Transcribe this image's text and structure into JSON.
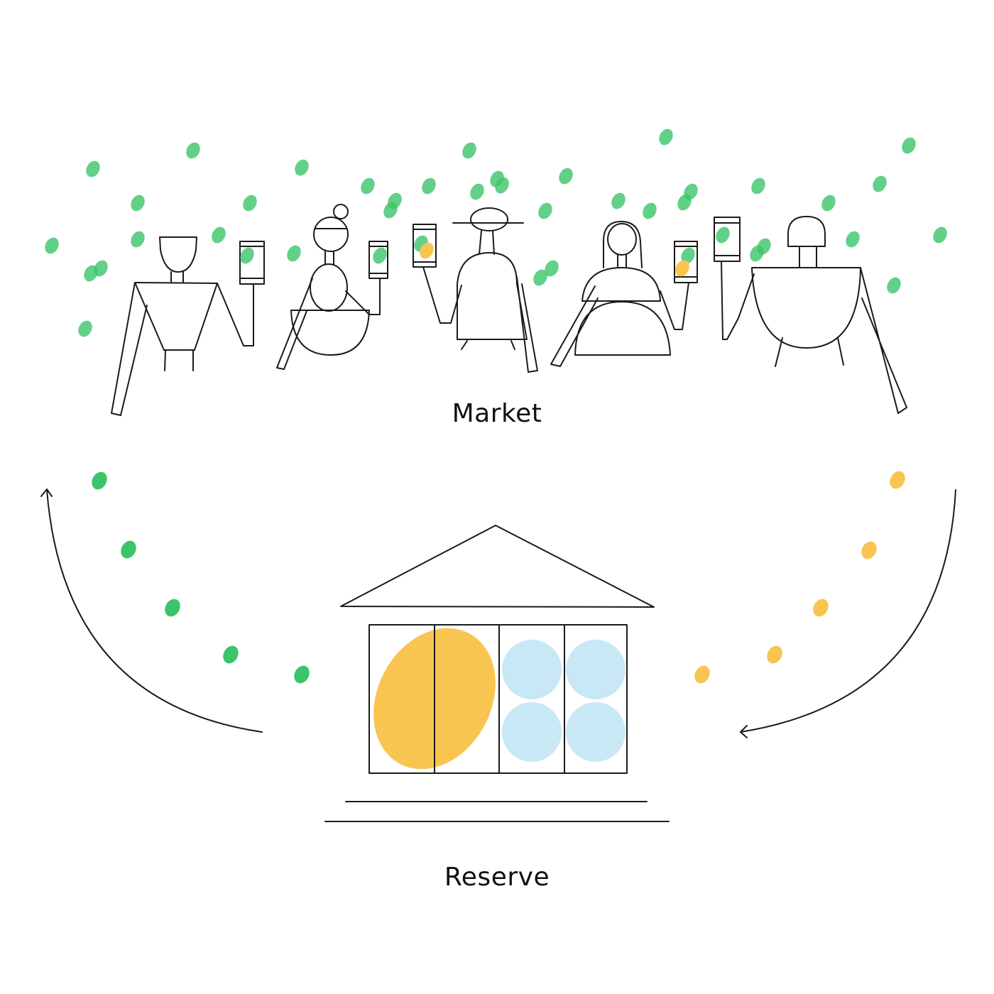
{
  "labels": {
    "market": "Market",
    "reserve": "Reserve"
  },
  "colors": {
    "stablecoin": "#3cc46a",
    "collateral_gold": "#f8c550",
    "collateral_blue": "#c9e8f6",
    "ink": "#1a1a1a"
  },
  "figures": [
    "person-1",
    "person-2",
    "person-3",
    "person-4",
    "person-5"
  ]
}
